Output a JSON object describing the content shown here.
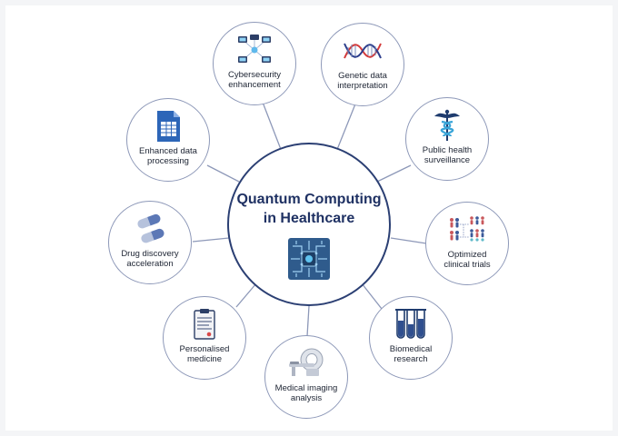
{
  "center": {
    "title_line1": "Quantum Computing",
    "title_line2": "in Healthcare",
    "icon": "quantum-chip-icon"
  },
  "nodes": [
    {
      "id": "cybersecurity",
      "line1": "Cybersecurity",
      "line2": "enhancement",
      "icon": "network-computers-icon"
    },
    {
      "id": "genetic",
      "line1": "Genetic data",
      "line2": "interpretation",
      "icon": "dna-icon"
    },
    {
      "id": "public-health",
      "line1": "Public health",
      "line2": "surveillance",
      "icon": "caduceus-icon"
    },
    {
      "id": "clinical-trials",
      "line1": "Optimized",
      "line2": "clinical trials",
      "icon": "people-groups-icon"
    },
    {
      "id": "biomedical",
      "line1": "Biomedical",
      "line2": "research",
      "icon": "test-tubes-icon"
    },
    {
      "id": "imaging",
      "line1": "Medical imaging",
      "line2": "analysis",
      "icon": "ct-scanner-icon"
    },
    {
      "id": "personalised",
      "line1": "Personalised",
      "line2": "medicine",
      "icon": "prescription-clipboard-icon"
    },
    {
      "id": "drug-discovery",
      "line1": "Drug discovery",
      "line2": "acceleration",
      "icon": "pills-icon"
    },
    {
      "id": "data-processing",
      "line1": "Enhanced data",
      "line2": "processing",
      "icon": "spreadsheet-document-icon"
    }
  ]
}
